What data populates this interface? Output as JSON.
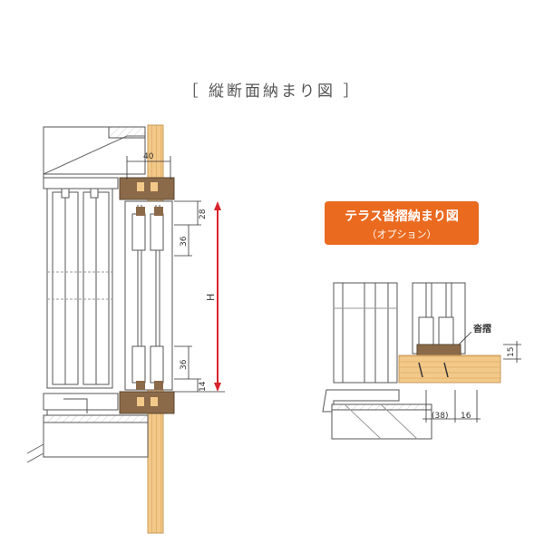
{
  "title": "［ 縦断面納まり図 ］",
  "colors": {
    "wood": "#f3c98a",
    "wood_grain": "#d9a25a",
    "brown": "#8b6a4a",
    "red": "#d9232d",
    "orange": "#ea6a20",
    "line": "#555555"
  },
  "left_diagram": {
    "dim_top_width": "40",
    "dim_upper_1": "28",
    "dim_upper_2": "36",
    "dim_lower_1": "36",
    "dim_lower_2": "14",
    "dim_height": "H"
  },
  "option_panel": {
    "title": "テラス沓摺納まり図",
    "subtitle": "（オプション）",
    "callout": "沓摺",
    "dim_vertical": "15",
    "dim_bottom_1": "(38)",
    "dim_bottom_2": "16"
  }
}
